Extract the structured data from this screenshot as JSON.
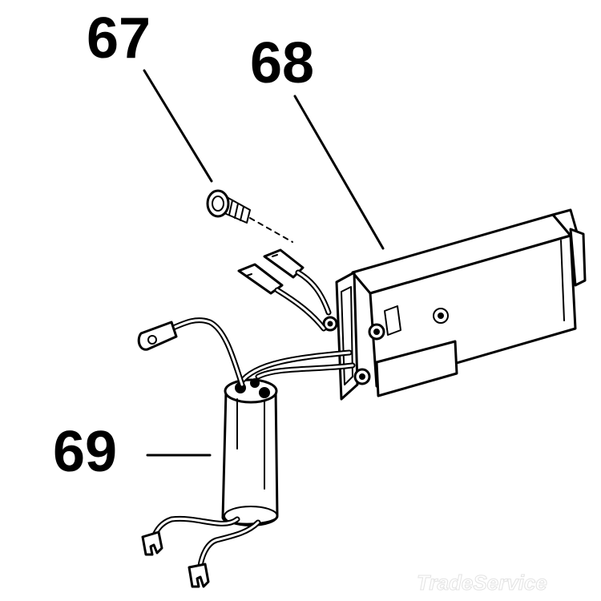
{
  "callouts": {
    "part_67": "67",
    "part_68": "68",
    "part_69": "69"
  },
  "watermark": "TradeService",
  "colors": {
    "ink": "#000000",
    "paper": "#ffffff",
    "watermark": "#e3e3e3"
  }
}
